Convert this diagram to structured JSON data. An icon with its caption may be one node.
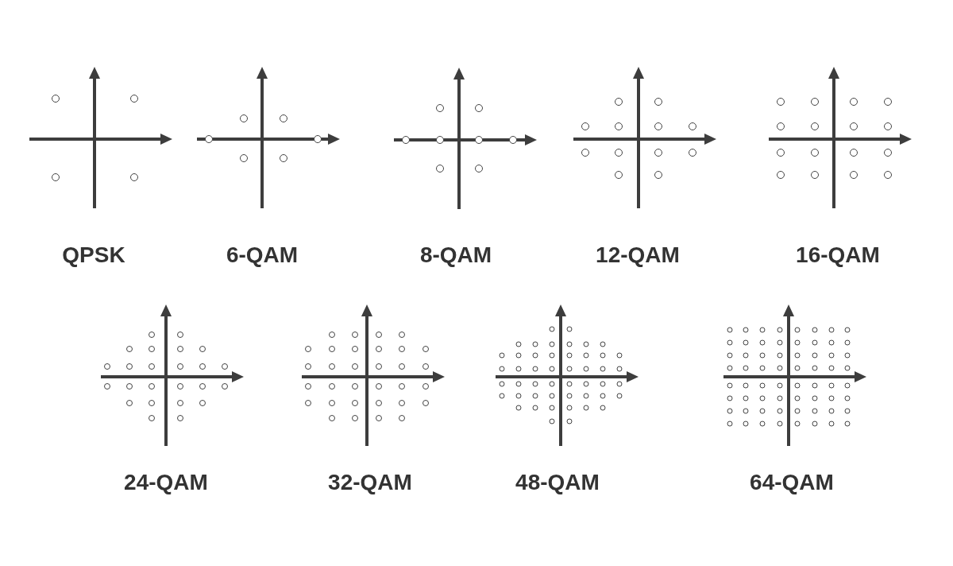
{
  "diagram": {
    "labels": [
      "QPSK",
      "6-QAM",
      "8-QAM",
      "12-QAM",
      "16-QAM",
      "24-QAM",
      "32-QAM",
      "48-QAM",
      "64-QAM"
    ]
  }
}
